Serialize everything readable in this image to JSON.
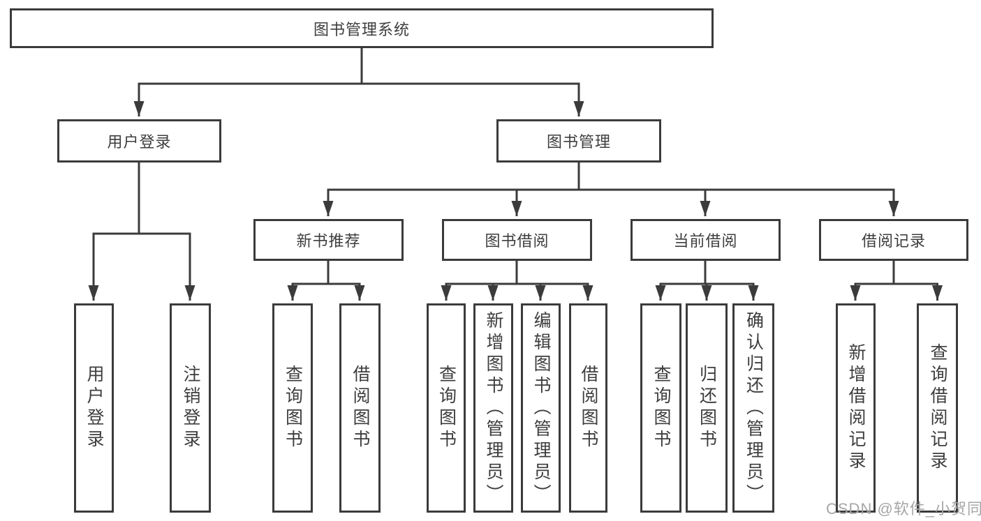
{
  "diagram": {
    "root": {
      "label": "图书管理系统"
    },
    "level2": [
      {
        "label": "用户登录"
      },
      {
        "label": "图书管理"
      }
    ],
    "level3": [
      {
        "label": "新书推荐"
      },
      {
        "label": "图书借阅"
      },
      {
        "label": "当前借阅"
      },
      {
        "label": "借阅记录"
      }
    ],
    "leaves": {
      "user_login": [
        {
          "label": "用户登录"
        },
        {
          "label": "注销登录"
        }
      ],
      "new_book": [
        {
          "label": "查询图书"
        },
        {
          "label": "借阅图书"
        }
      ],
      "book_borrow": [
        {
          "label": "查询图书"
        },
        {
          "label": "新增图书（管理员）"
        },
        {
          "label": "编辑图书（管理员）"
        },
        {
          "label": "借阅图书"
        }
      ],
      "current_borrow": [
        {
          "label": "查询图书"
        },
        {
          "label": "归还图书"
        },
        {
          "label": "确认归还（管理员）"
        }
      ],
      "borrow_record": [
        {
          "label": "新增借阅记录"
        },
        {
          "label": "查询借阅记录"
        }
      ]
    },
    "watermark": "CSDN @软件_小贺同学",
    "colors": {
      "line": "#3b3b3b",
      "text": "#3d3d3d",
      "box_background": "#ffffff",
      "watermark": "#a6a6a6"
    }
  }
}
